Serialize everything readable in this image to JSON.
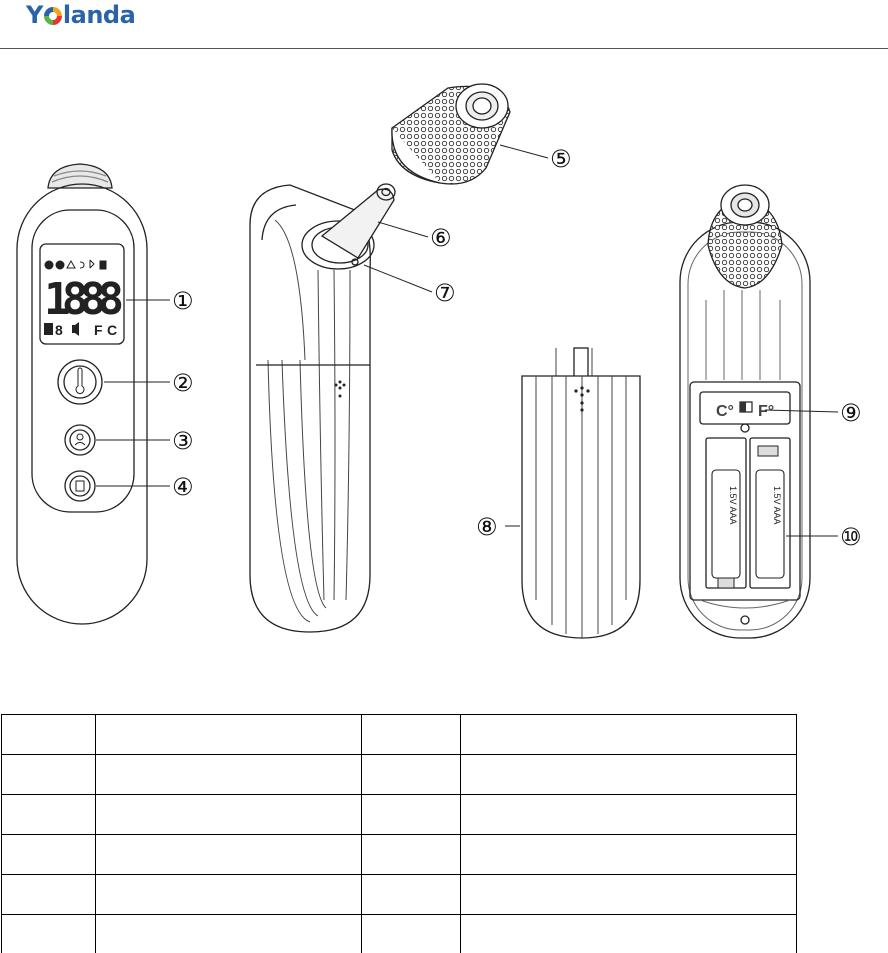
{
  "header": {
    "brand_prefix": "Y",
    "brand_suffix": "landa"
  },
  "display": {
    "digits": "1888",
    "unit_f": "F",
    "unit_c": "C",
    "memory_digit": "8"
  },
  "switch": {
    "celsius_label": "C°",
    "fahrenheit_label": "F°"
  },
  "battery": {
    "label_left": "1.5V AAA",
    "label_right": "1.5V AAA"
  },
  "callouts": [
    "①",
    "②",
    "③",
    "④",
    "⑤",
    "⑥",
    "⑦",
    "⑧",
    "⑨",
    "⑩"
  ],
  "parts_table": {
    "rows": [
      [
        "",
        "",
        "",
        ""
      ],
      [
        "",
        "",
        "",
        ""
      ],
      [
        "",
        "",
        "",
        ""
      ],
      [
        "",
        "",
        "",
        ""
      ],
      [
        "",
        "",
        "",
        ""
      ],
      [
        "",
        "",
        "",
        ""
      ]
    ]
  },
  "colors": {
    "brand_blue": "#2a63a8",
    "line": "#222222"
  }
}
